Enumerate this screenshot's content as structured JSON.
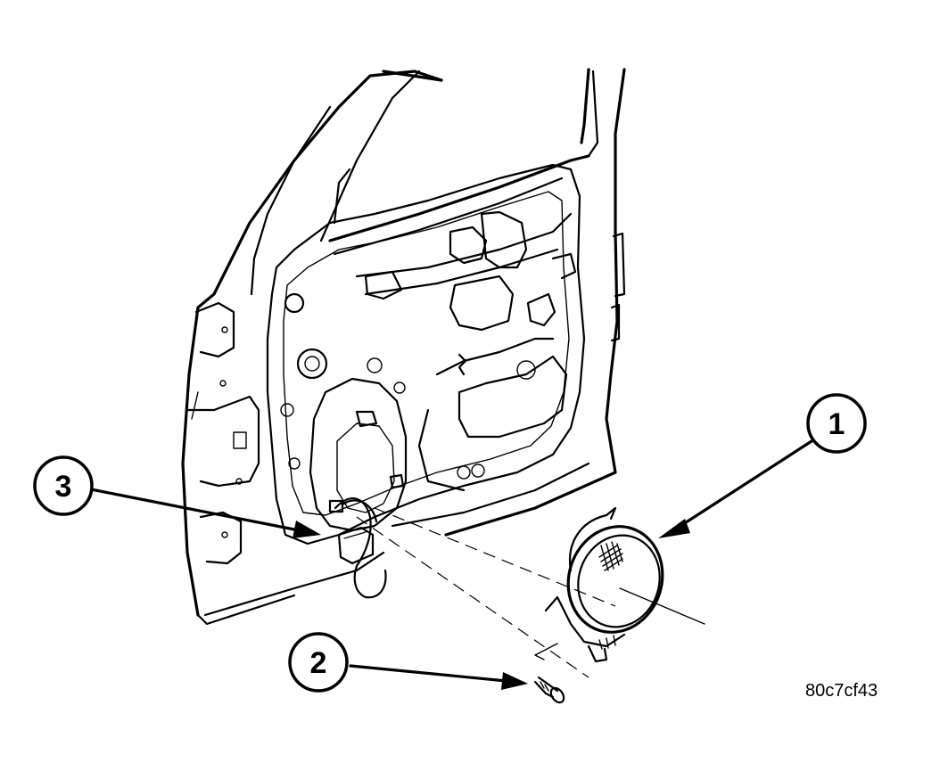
{
  "callouts": [
    {
      "label": "1",
      "part": "speaker"
    },
    {
      "label": "2",
      "part": "screw"
    },
    {
      "label": "3",
      "part": "wire-connector"
    }
  ],
  "reference_code": "80c7cf43",
  "colors": {
    "line": "#000000",
    "background": "#ffffff"
  }
}
